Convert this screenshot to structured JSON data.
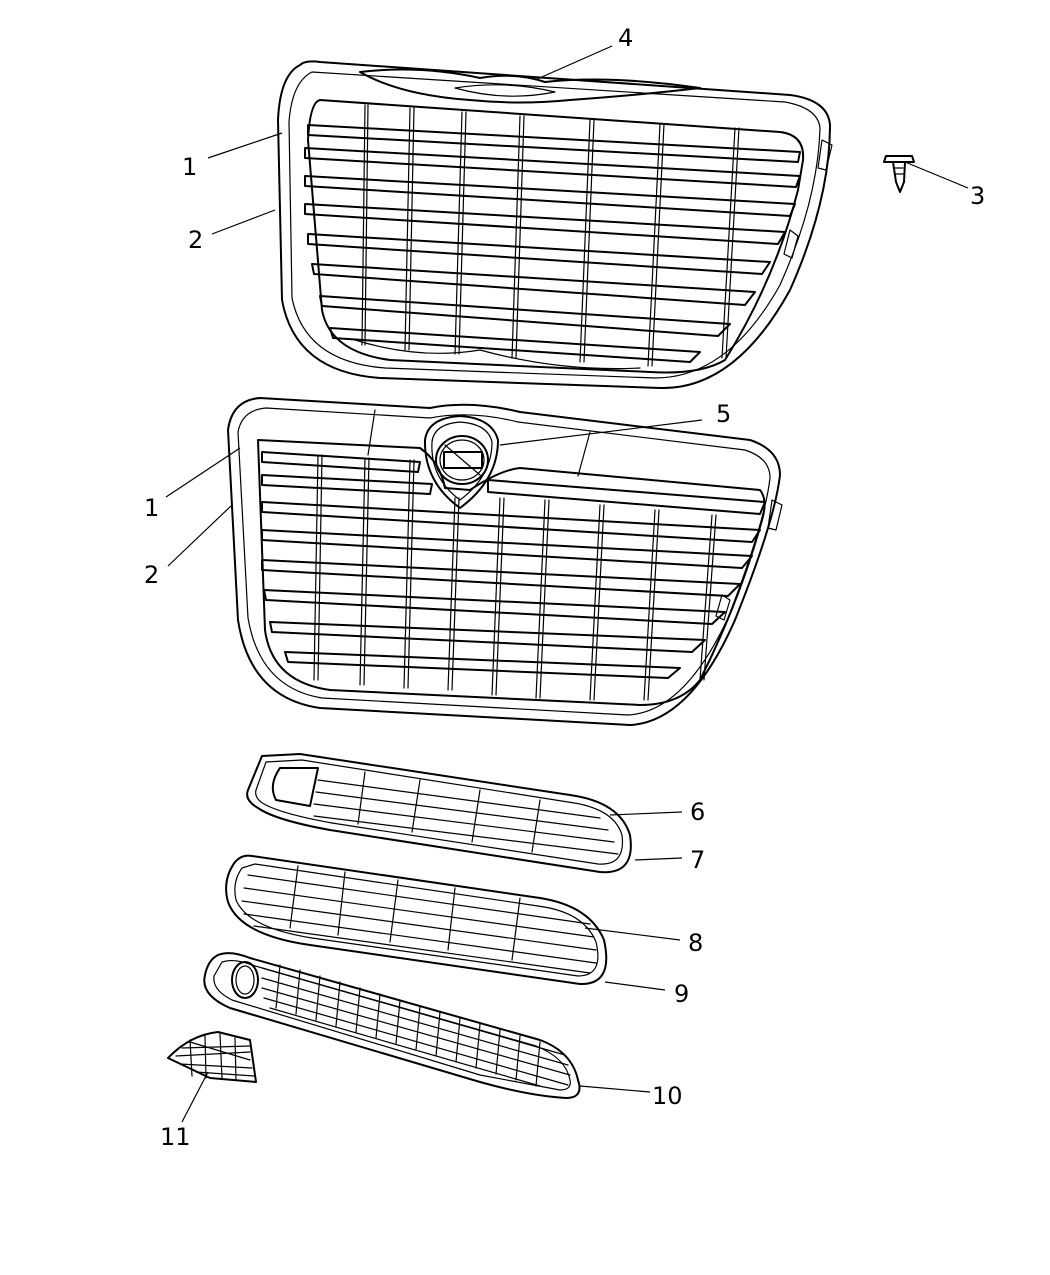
{
  "callouts": [
    {
      "id": "c1a",
      "text": "1"
    },
    {
      "id": "c2a",
      "text": "2"
    },
    {
      "id": "c3",
      "text": "3"
    },
    {
      "id": "c4",
      "text": "4"
    },
    {
      "id": "c1b",
      "text": "1"
    },
    {
      "id": "c2b",
      "text": "2"
    },
    {
      "id": "c5",
      "text": "5"
    },
    {
      "id": "c6",
      "text": "6"
    },
    {
      "id": "c7",
      "text": "7"
    },
    {
      "id": "c8",
      "text": "8"
    },
    {
      "id": "c9",
      "text": "9"
    },
    {
      "id": "c10",
      "text": "10"
    },
    {
      "id": "c11",
      "text": "11"
    }
  ]
}
